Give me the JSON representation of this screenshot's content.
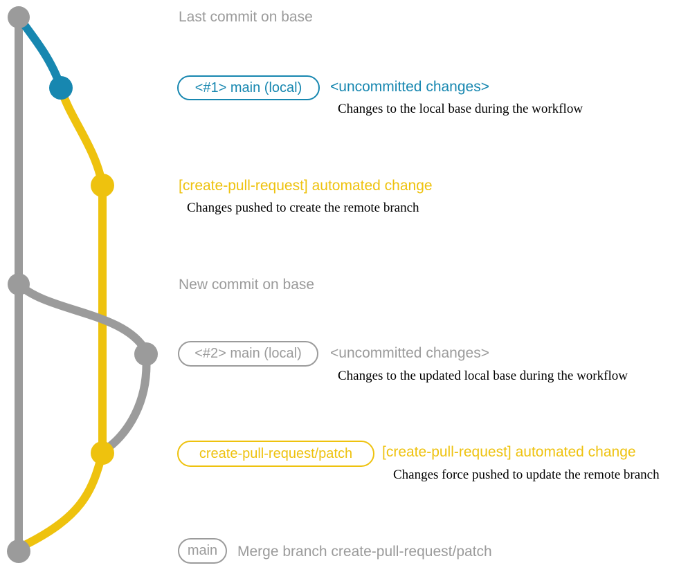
{
  "colors": {
    "base_gray": "#9b9b9b",
    "local_blue": "#1787b0",
    "branch_yellow": "#eec20e",
    "note_black": "#000000",
    "page_bg": "#ffffff"
  },
  "diagram": {
    "type": "git-branch-graph",
    "branches": [
      {
        "name": "base",
        "color_key": "base_gray"
      },
      {
        "name": "main-local",
        "color_key": "local_blue"
      },
      {
        "name": "create-pull-request/patch",
        "color_key": "branch_yellow"
      }
    ]
  },
  "annotations": {
    "base_top": "Last commit on base",
    "local1": {
      "pill": "<#1> main (local)",
      "heading": "<uncommitted changes>",
      "note": "Changes to the local base during the workflow"
    },
    "push1": {
      "heading": "[create-pull-request] automated change",
      "note": "Changes pushed to create the remote branch"
    },
    "base_new": "New commit on base",
    "local2": {
      "pill": "<#2> main (local)",
      "heading": "<uncommitted changes>",
      "note": "Changes to the updated local base during the workflow"
    },
    "push2": {
      "pill": "create-pull-request/patch",
      "heading": "[create-pull-request] automated change",
      "note": "Changes force pushed to update the remote branch"
    },
    "merge": {
      "pill": "main",
      "heading": "Merge branch create-pull-request/patch"
    }
  }
}
